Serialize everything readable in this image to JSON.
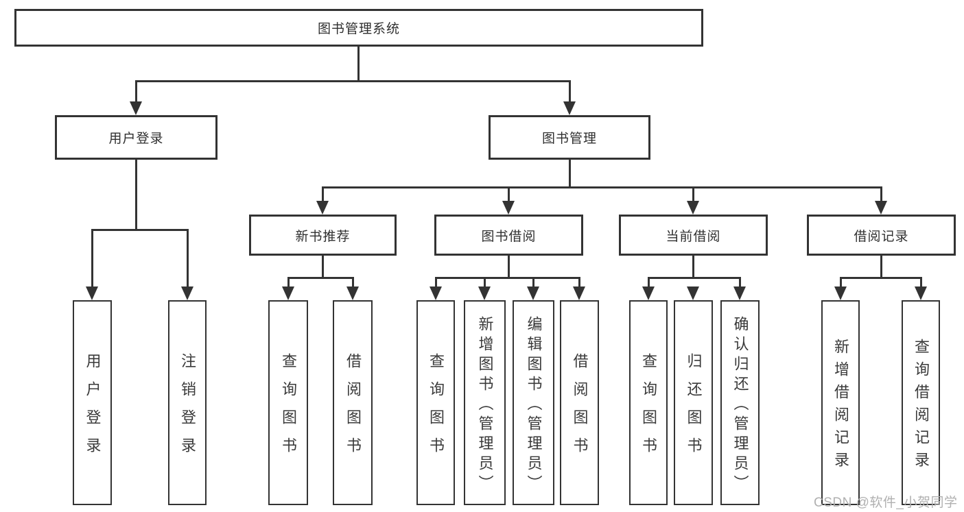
{
  "root": {
    "label": "图书管理系统"
  },
  "level1": {
    "user_login": {
      "label": "用户登录"
    },
    "book_management": {
      "label": "图书管理"
    }
  },
  "level2": {
    "new_book_recommend": {
      "label": "新书推荐"
    },
    "book_borrow": {
      "label": "图书借阅"
    },
    "current_borrow": {
      "label": "当前借阅"
    },
    "borrow_records": {
      "label": "借阅记录"
    }
  },
  "leaves": {
    "user_login": {
      "login": "用户登录",
      "logout": "注销登录"
    },
    "new_book_recommend": {
      "query_books": "查询图书",
      "borrow_books": "借阅图书"
    },
    "book_borrow": {
      "query_books": "查询图书",
      "add_books_admin": "新增图书（管理员）",
      "edit_books_admin": "编辑图书（管理员）",
      "borrow_books": "借阅图书"
    },
    "current_borrow": {
      "query_books": "查询图书",
      "return_books": "归还图书",
      "confirm_return_admin": "确认归还（管理员）"
    },
    "borrow_records": {
      "add_record": "新增借阅记录",
      "query_record": "查询借阅记录"
    }
  },
  "watermark": {
    "text": "CSDN @软件_小贺同学"
  },
  "colors": {
    "line": "#333333",
    "text": "#2f2f2f",
    "leaf_text": "#3a3a3a",
    "watermark": "#b0b0b0",
    "background": "#ffffff"
  }
}
